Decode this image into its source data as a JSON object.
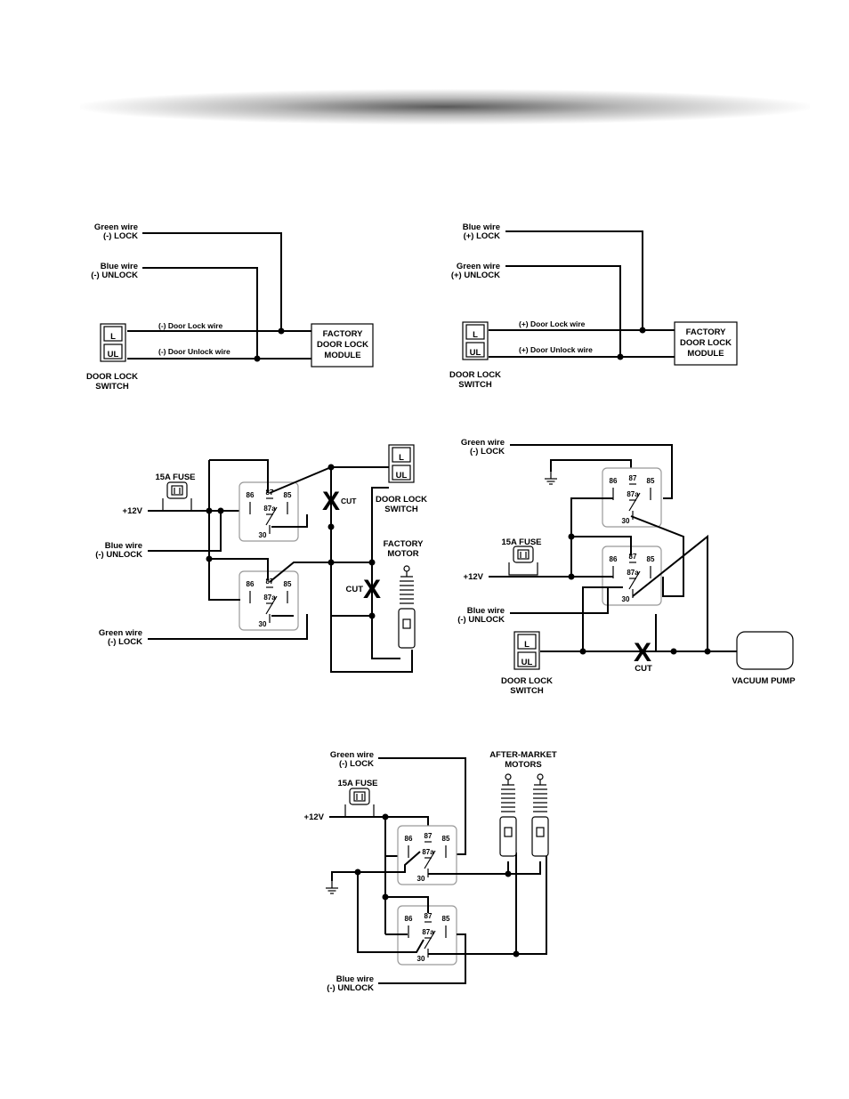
{
  "diagram1": {
    "green_wire": "Green wire",
    "lock": "(-) LOCK",
    "blue_wire": "Blue wire",
    "unlock": "(-) UNLOCK",
    "lock_wire": "(-) Door Lock wire",
    "unlock_wire": "(-) Door Unlock wire",
    "switch_l": "L",
    "switch_ul": "UL",
    "switch_label_1": "DOOR LOCK",
    "switch_label_2": "SWITCH",
    "module_1": "FACTORY",
    "module_2": "DOOR LOCK",
    "module_3": "MODULE"
  },
  "diagram2": {
    "blue_wire": "Blue wire",
    "lock": "(+) LOCK",
    "green_wire": "Green wire",
    "unlock": "(+) UNLOCK",
    "lock_wire": "(+) Door Lock wire",
    "unlock_wire": "(+) Door Unlock wire",
    "switch_l": "L",
    "switch_ul": "UL",
    "switch_label_1": "DOOR LOCK",
    "switch_label_2": "SWITCH",
    "module_1": "FACTORY",
    "module_2": "DOOR LOCK",
    "module_3": "MODULE"
  },
  "diagram3": {
    "fuse": "15A FUSE",
    "plus12": "+12V",
    "blue_wire": "Blue wire",
    "unlock": "(-) UNLOCK",
    "green_wire": "Green wire",
    "lock": "(-) LOCK",
    "cut": "CUT",
    "cut_x": "X",
    "switch_l": "L",
    "switch_ul": "UL",
    "switch_label_1": "DOOR LOCK",
    "switch_label_2": "SWITCH",
    "motor_1": "FACTORY",
    "motor_2": "MOTOR"
  },
  "diagram4": {
    "green_wire": "Green wire",
    "lock": "(-) LOCK",
    "fuse": "15A FUSE",
    "plus12": "+12V",
    "blue_wire": "Blue wire",
    "unlock": "(-) UNLOCK",
    "cut": "CUT",
    "cut_x": "X",
    "switch_l": "L",
    "switch_ul": "UL",
    "switch_label_1": "DOOR LOCK",
    "switch_label_2": "SWITCH",
    "vacuum_pump": "VACUUM PUMP"
  },
  "diagram5": {
    "green_wire": "Green wire",
    "lock": "(-) LOCK",
    "fuse": "15A FUSE",
    "plus12": "+12V",
    "motors_1": "AFTER-MARKET",
    "motors_2": "MOTORS",
    "blue_wire": "Blue wire",
    "unlock": "(-) UNLOCK"
  },
  "relay_pins": {
    "p86": "86",
    "p87": "87",
    "p85": "85",
    "p87a": "87a",
    "p30": "30"
  }
}
